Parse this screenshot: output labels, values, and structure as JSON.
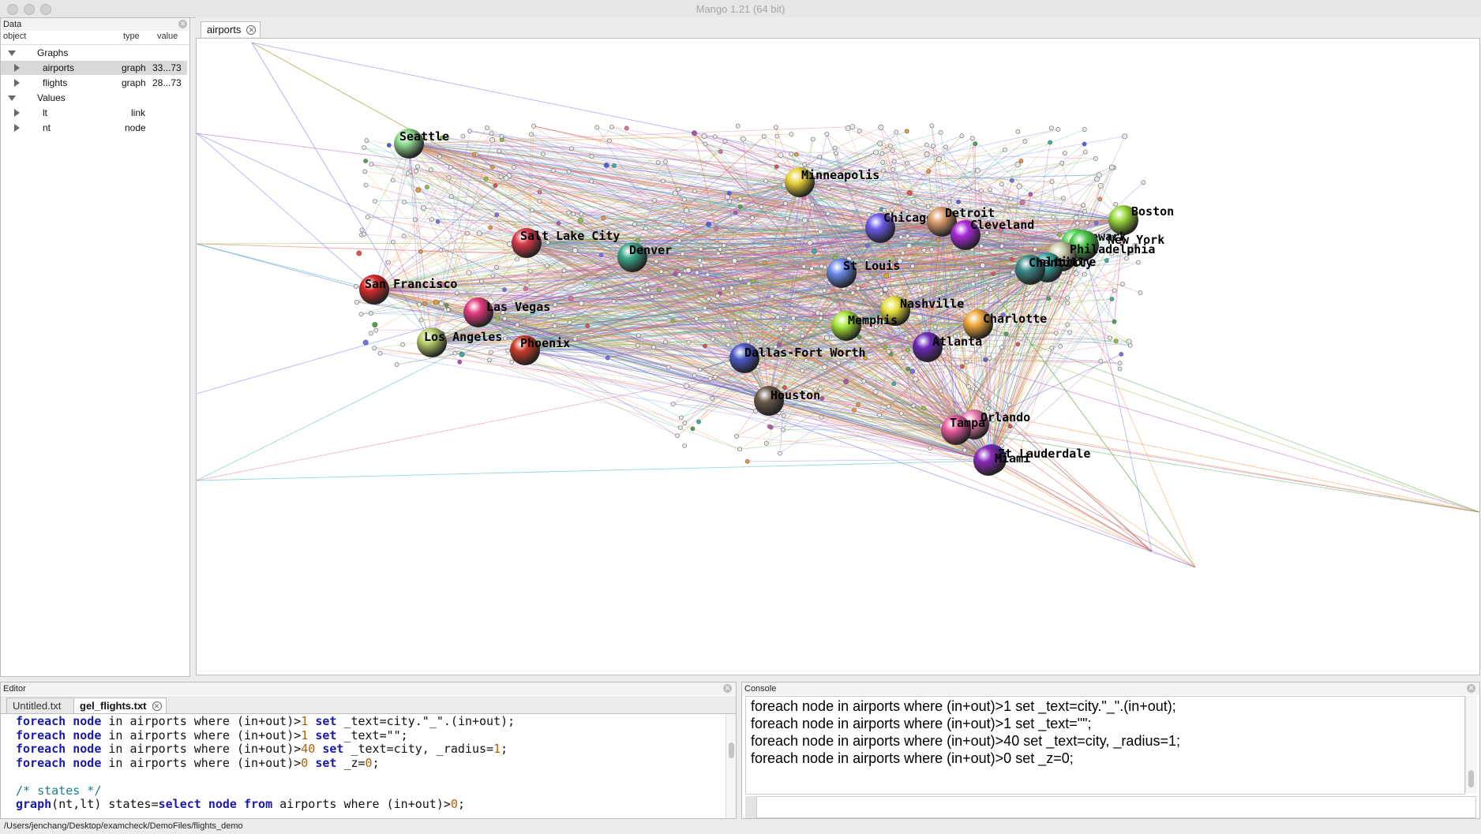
{
  "window": {
    "title": "Mango 1.21 (64 bit)"
  },
  "data_panel": {
    "header": "Data",
    "columns": [
      "object",
      "type",
      "value"
    ],
    "tree": [
      {
        "label": "Graphs",
        "type": "",
        "value": "",
        "expanded": true
      },
      {
        "label": "airports",
        "type": "graph",
        "value": "33...73",
        "selected": true
      },
      {
        "label": "flights",
        "type": "graph",
        "value": "28...73"
      },
      {
        "label": "Values",
        "type": "",
        "value": "",
        "expanded": true
      },
      {
        "label": "lt",
        "type": "link",
        "value": ""
      },
      {
        "label": "nt",
        "type": "node",
        "value": ""
      }
    ]
  },
  "graph_view": {
    "tab": "airports",
    "cities": [
      {
        "name": "Seattle",
        "color": "#8fd98f"
      },
      {
        "name": "Minneapolis",
        "color": "#e8d23a"
      },
      {
        "name": "Salt Lake City",
        "color": "#d93a4a"
      },
      {
        "name": "Denver",
        "color": "#3aa88a"
      },
      {
        "name": "San Francisco",
        "color": "#d42a2a"
      },
      {
        "name": "Las Vegas",
        "color": "#e03a7a"
      },
      {
        "name": "Los Angeles",
        "color": "#b8cf6a"
      },
      {
        "name": "Phoenix",
        "color": "#c93a2a"
      },
      {
        "name": "Chicago",
        "color": "#6a5ae8"
      },
      {
        "name": "Detroit",
        "color": "#d99a6a"
      },
      {
        "name": "Cleveland",
        "color": "#a82ad9"
      },
      {
        "name": "Boston",
        "color": "#9ad93a"
      },
      {
        "name": "Newark",
        "color": "#5ad95a"
      },
      {
        "name": "New York",
        "color": "#4ac84a"
      },
      {
        "name": "Philadelphia",
        "color": "#c8c8a8"
      },
      {
        "name": "Baltimore",
        "color": "#3aa8a0"
      },
      {
        "name": "Chantilly",
        "color": "#3a8a8a"
      },
      {
        "name": "St Louis",
        "color": "#6a8ae8"
      },
      {
        "name": "Nashville",
        "color": "#e8e03a"
      },
      {
        "name": "Memphis",
        "color": "#a8e83a"
      },
      {
        "name": "Charlotte",
        "color": "#f0a83a"
      },
      {
        "name": "Atlanta",
        "color": "#6a2ab8"
      },
      {
        "name": "Dallas-Fort Worth",
        "color": "#4a5ac8"
      },
      {
        "name": "Houston",
        "color": "#6a5a4a"
      },
      {
        "name": "Orlando",
        "color": "#e87ab0"
      },
      {
        "name": "Tampa",
        "color": "#e85aa0"
      },
      {
        "name": "Ft Lauderdale",
        "color": "#5a3ad9"
      },
      {
        "name": "Miami",
        "color": "#8a2ab8"
      }
    ]
  },
  "editor": {
    "header": "Editor",
    "tabs": [
      "Untitled.txt",
      "gel_flights.txt"
    ],
    "active_tab": "gel_flights.txt",
    "lines": [
      "foreach node in airports where (in+out)>1 set _text=city.\"_\".(in+out);",
      "foreach node in airports where (in+out)>1 set _text=\"\";",
      "foreach node in airports where (in+out)>40 set _text=city, _radius=1;",
      "foreach node in airports where (in+out)>0 set _z=0;",
      "",
      "/* states */",
      "graph(nt,lt) states=select node from airports where (in+out)>0;"
    ]
  },
  "console": {
    "header": "Console",
    "lines": [
      "foreach node in airports where (in+out)>1 set _text=city.\"_\".(in+out);",
      "foreach node in airports where (in+out)>1 set _text=\"\";",
      "foreach node in airports where (in+out)>40 set _text=city, _radius=1;",
      "foreach node in airports where (in+out)>0 set _z=0;"
    ]
  },
  "status_bar": {
    "path": "/Users/jenchang/Desktop/examcheck/DemoFiles/flights_demo"
  }
}
